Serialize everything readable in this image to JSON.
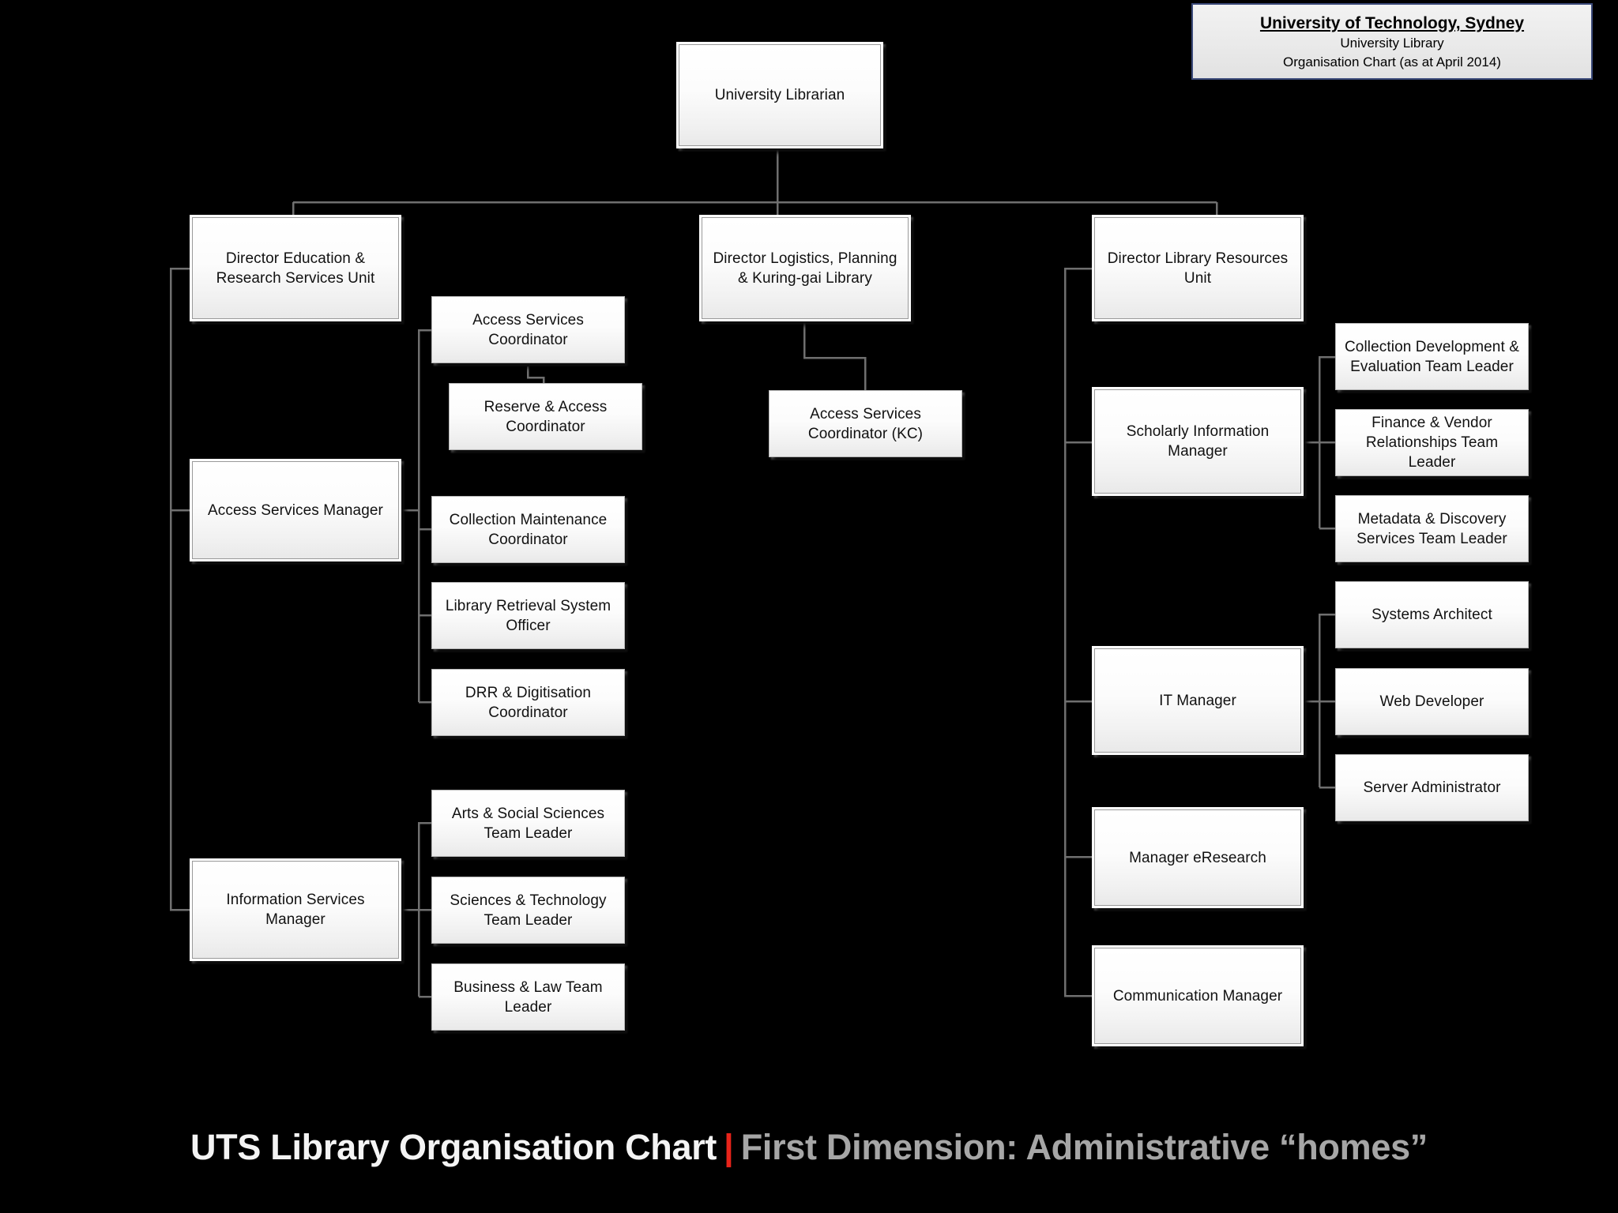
{
  "header": {
    "line1": "University of Technology, Sydney",
    "line2": "University Library",
    "line3": "Organisation Chart (as at April 2014)"
  },
  "footer": {
    "title": "UTS Library Organisation Chart",
    "separator": "|",
    "subtitle": "First Dimension: Administrative “homes”",
    "title_color": "#f4f4f4",
    "separator_color": "#e8231a",
    "subtitle_color": "#a6a6a6"
  },
  "theme": {
    "background": "#000000",
    "box_fill": "#f7f7f7",
    "box_border": "#9a9a9a",
    "box_frame": "#ffffff",
    "connector": "#6f6f6f",
    "header_border": "#3b4a7a"
  },
  "chart_data": {
    "type": "diagram",
    "title": "UTS Library Organisation Chart",
    "subtitle": "First Dimension: Administrative “homes”",
    "root": "University Librarian",
    "nodes": [
      {
        "id": "university-librarian",
        "label": "University Librarian",
        "level": 0,
        "parent": null
      },
      {
        "id": "director-education-research",
        "label": "Director Education & Research Services Unit",
        "level": 1,
        "parent": "university-librarian"
      },
      {
        "id": "director-logistics",
        "label": "Director Logistics, Planning & Kuring-gai Library",
        "level": 1,
        "parent": "university-librarian"
      },
      {
        "id": "director-library-resources",
        "label": "Director Library Resources Unit",
        "level": 1,
        "parent": "university-librarian"
      },
      {
        "id": "access-services-manager",
        "label": "Access Services Manager",
        "level": 2,
        "parent": "director-education-research"
      },
      {
        "id": "information-services-manager",
        "label": "Information Services Manager",
        "level": 2,
        "parent": "director-education-research"
      },
      {
        "id": "access-services-coordinator",
        "label": "Access Services Coordinator",
        "level": 3,
        "parent": "access-services-manager"
      },
      {
        "id": "reserve-access-coordinator",
        "label": "Reserve & Access Coordinator",
        "level": 4,
        "parent": "access-services-coordinator"
      },
      {
        "id": "collection-maintenance-coordinator",
        "label": "Collection Maintenance Coordinator",
        "level": 3,
        "parent": "access-services-manager"
      },
      {
        "id": "library-retrieval-system-officer",
        "label": "Library Retrieval System Officer",
        "level": 3,
        "parent": "access-services-manager"
      },
      {
        "id": "drr-digitisation-coordinator",
        "label": "DRR & Digitisation Coordinator",
        "level": 3,
        "parent": "access-services-manager"
      },
      {
        "id": "arts-social-sciences-team-leader",
        "label": "Arts & Social Sciences Team Leader",
        "level": 3,
        "parent": "information-services-manager"
      },
      {
        "id": "sciences-technology-team-leader",
        "label": "Sciences & Technology Team Leader",
        "level": 3,
        "parent": "information-services-manager"
      },
      {
        "id": "business-law-team-leader",
        "label": "Business & Law Team Leader",
        "level": 3,
        "parent": "information-services-manager"
      },
      {
        "id": "access-services-coordinator-kc",
        "label": "Access Services Coordinator (KC)",
        "level": 2,
        "parent": "director-logistics"
      },
      {
        "id": "scholarly-information-manager",
        "label": "Scholarly Information Manager",
        "level": 2,
        "parent": "director-library-resources"
      },
      {
        "id": "it-manager",
        "label": "IT Manager",
        "level": 2,
        "parent": "director-library-resources"
      },
      {
        "id": "manager-eresearch",
        "label": "Manager eResearch",
        "level": 2,
        "parent": "director-library-resources"
      },
      {
        "id": "communication-manager",
        "label": "Communication Manager",
        "level": 2,
        "parent": "director-library-resources"
      },
      {
        "id": "collection-development-team-leader",
        "label": "Collection Development & Evaluation Team Leader",
        "level": 3,
        "parent": "scholarly-information-manager"
      },
      {
        "id": "finance-vendor-team-leader",
        "label": "Finance & Vendor Relationships Team Leader",
        "level": 3,
        "parent": "scholarly-information-manager"
      },
      {
        "id": "metadata-discovery-team-leader",
        "label": "Metadata & Discovery Services Team Leader",
        "level": 3,
        "parent": "scholarly-information-manager"
      },
      {
        "id": "systems-architect",
        "label": "Systems Architect",
        "level": 3,
        "parent": "it-manager"
      },
      {
        "id": "web-developer",
        "label": "Web Developer",
        "level": 3,
        "parent": "it-manager"
      },
      {
        "id": "server-administrator",
        "label": "Server Administrator",
        "level": 3,
        "parent": "it-manager"
      }
    ]
  },
  "nodes": {
    "university_librarian": "University Librarian",
    "director_education_research": "Director Education & Research Services Unit",
    "director_logistics": "Director Logistics, Planning & Kuring-gai Library",
    "director_library_resources": "Director Library Resources Unit",
    "access_services_manager": "Access Services Manager",
    "information_services_manager": "Information Services Manager",
    "access_services_coordinator": "Access Services Coordinator",
    "reserve_access_coordinator": "Reserve & Access Coordinator",
    "collection_maintenance_coordinator": "Collection Maintenance Coordinator",
    "library_retrieval_system_officer": "Library Retrieval System Officer",
    "drr_digitisation_coordinator": "DRR & Digitisation Coordinator",
    "arts_social_sciences_team_leader": "Arts & Social Sciences Team Leader",
    "sciences_technology_team_leader": "Sciences & Technology Team Leader",
    "business_law_team_leader": "Business & Law Team Leader",
    "access_services_coordinator_kc": "Access Services Coordinator (KC)",
    "scholarly_information_manager": "Scholarly Information Manager",
    "it_manager": "IT Manager",
    "manager_eresearch": "Manager eResearch",
    "communication_manager": "Communication Manager",
    "collection_development_team_leader": "Collection Development & Evaluation Team Leader",
    "finance_vendor_team_leader": "Finance & Vendor Relationships Team Leader",
    "metadata_discovery_team_leader": "Metadata & Discovery Services Team Leader",
    "systems_architect": "Systems Architect",
    "web_developer": "Web Developer",
    "server_administrator": "Server Administrator"
  }
}
